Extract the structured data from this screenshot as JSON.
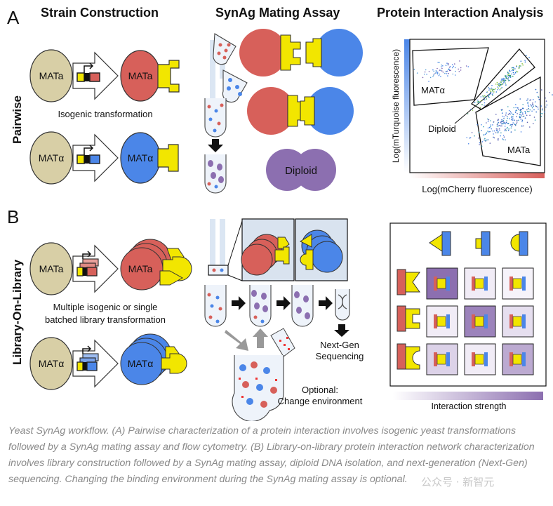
{
  "panels": {
    "a": "A",
    "b": "B"
  },
  "headers": {
    "strain": "Strain Construction",
    "mating": "SynAg Mating Assay",
    "analysis": "Protein Interaction Analysis"
  },
  "row_labels": {
    "pairwise": "Pairwise",
    "library": "Library-On-Library"
  },
  "cells": {
    "mata": "MATa",
    "matalpha": "MATα",
    "diploid": "Diploid"
  },
  "text": {
    "isogenic": "Isogenic transformation",
    "multi_line1": "Multiple isogenic or single",
    "multi_line2": "batched library transformation",
    "nextgen_line1": "Next-Gen",
    "nextgen_line2": "Sequencing",
    "optional_line1": "Optional:",
    "optional_line2": "Change environment"
  },
  "flow_plot": {
    "xlabel": "Log(mCherry fluorescence)",
    "ylabel": "Log(mTurquoise  fluorescence)",
    "gate_matalpha": "MATα",
    "gate_diploid": "Diploid",
    "gate_mata": "MATa"
  },
  "matrix": {
    "legend_label": "Interaction strength",
    "strengths": [
      [
        1.0,
        0.05,
        0.0
      ],
      [
        0.05,
        0.85,
        0.15
      ],
      [
        0.25,
        0.05,
        0.55
      ]
    ]
  },
  "caption": "Yeast SynAg workflow. (A) Pairwise characterization of a protein interaction involves isogenic yeast transformations followed by a SynAg mating assay and flow cytometry. (B) Library-on-library protein interaction network characterization involves library construction followed by a SynAg mating assay, diploid DNA isolation, and next-generation (Next-Gen) sequencing. Changing the binding environment during the SynAg mating assay is optional.",
  "watermark": "公众号 · 新智元",
  "colors": {
    "red": "#d7605a",
    "blue": "#4b86e8",
    "yellow": "#f2e600",
    "tan": "#d8cfa6",
    "purple": "#8c6fb0"
  }
}
